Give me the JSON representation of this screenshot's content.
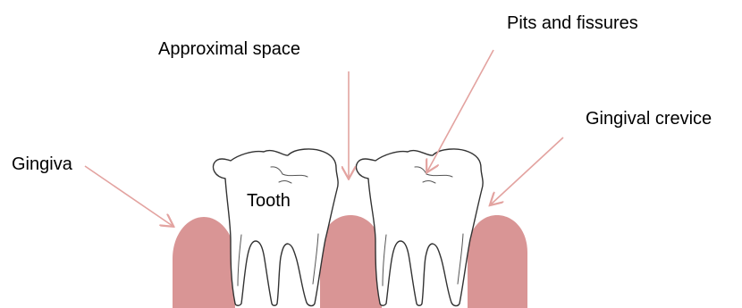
{
  "labels": {
    "gingiva": "Gingiva",
    "approximal_space": "Approximal space",
    "pits_and_fissures": "Pits and fissures",
    "gingival_crevice": "Gingival crevice",
    "tooth": "Tooth"
  },
  "colors": {
    "gum": "#d99595",
    "arrow": "#e3a3a0",
    "outline": "#333333"
  }
}
